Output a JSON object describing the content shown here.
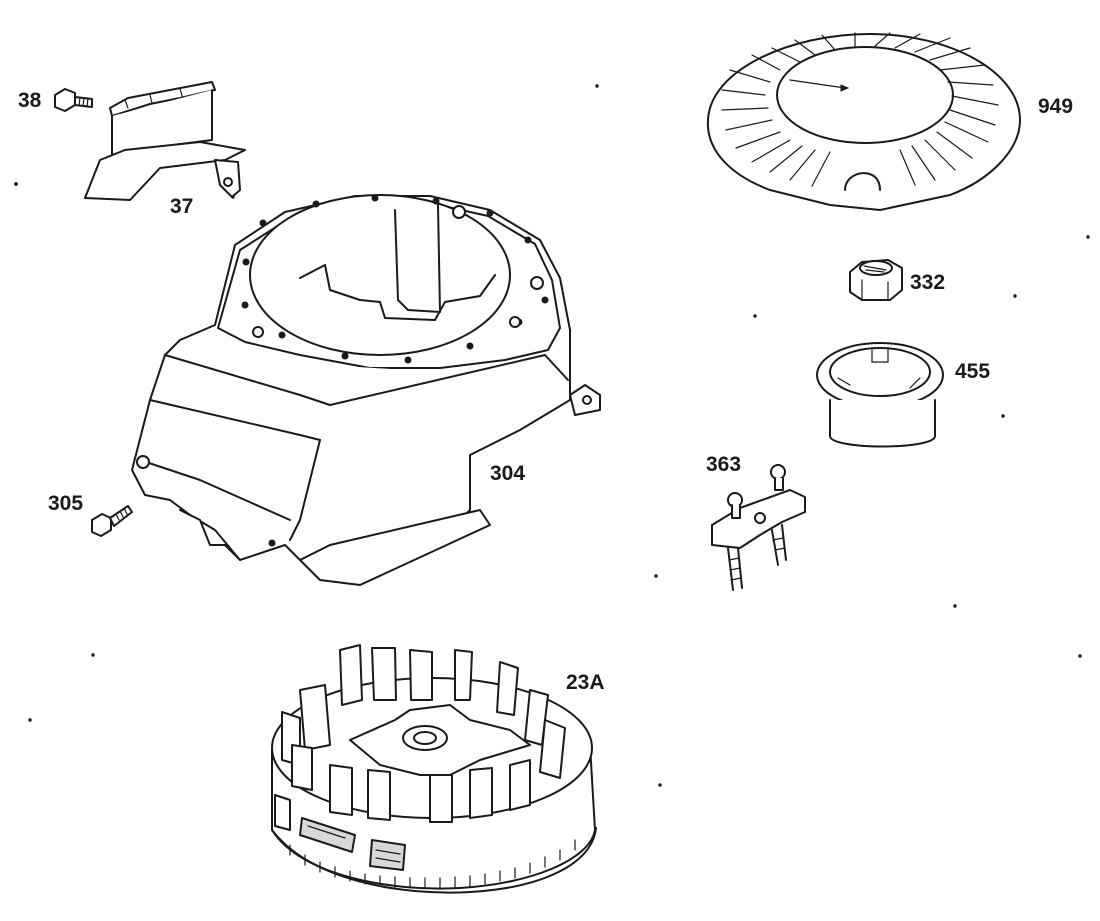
{
  "diagram": {
    "part_labels": {
      "p38": "38",
      "p37": "37",
      "p949": "949",
      "p332": "332",
      "p455": "455",
      "p304": "304",
      "p363": "363",
      "p305": "305",
      "p23A": "23A"
    }
  }
}
